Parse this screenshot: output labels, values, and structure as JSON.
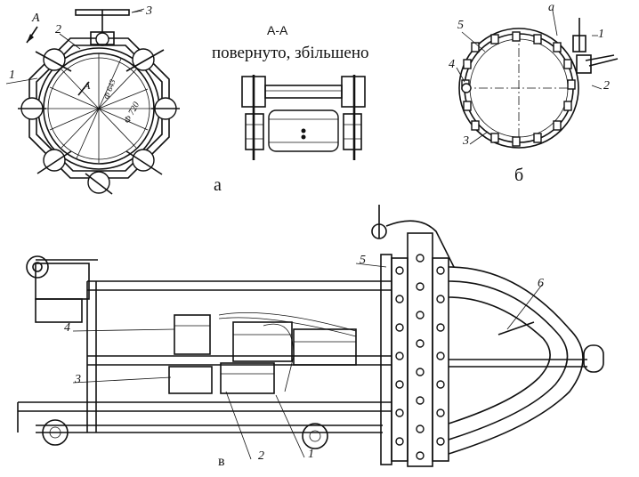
{
  "figure": {
    "section_label": "А-А",
    "section_caption": "повернуто, збільшено",
    "panel_labels": {
      "a": "а",
      "b": "б",
      "v": "в"
    }
  },
  "view_a": {
    "callouts": [
      "А",
      "2",
      "3",
      "1",
      "А"
    ],
    "dimensions": [
      "Ф 643",
      "Ф 720"
    ]
  },
  "view_b": {
    "callouts": [
      "5",
      "а",
      "1",
      "4",
      "2",
      "3"
    ]
  },
  "view_v": {
    "callouts": [
      "5",
      "6",
      "4",
      "3",
      "2",
      "1"
    ]
  }
}
